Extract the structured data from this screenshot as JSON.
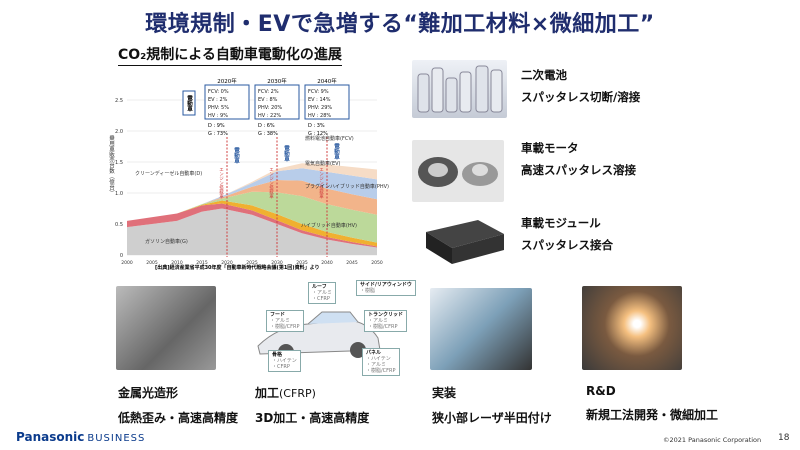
{
  "title": "環境規制・EVで急増する“難加工材料×微細加工”",
  "subtitle": "CO₂規制による自動車電動化の進展",
  "chart": {
    "ylabel": "乗用車販売台数（億台）",
    "yticks": [
      "0",
      "0.5",
      "1.0",
      "1.5",
      "2.0",
      "2.5"
    ],
    "xticks": [
      "2000",
      "2005",
      "2010",
      "2015",
      "2020",
      "2025",
      "2030",
      "2035",
      "2040",
      "2045",
      "2050"
    ],
    "boxes": [
      {
        "year": "2020年",
        "lines": [
          "FCV:  0%",
          "EV :  2%",
          "PHV:  5%",
          "HV :  9%"
        ],
        "d": "D  :  9%",
        "g": "G  : 73%"
      },
      {
        "year": "2030年",
        "lines": [
          "FCV:  2%",
          "EV :  8%",
          "PHV: 20%",
          "HV : 22%"
        ],
        "d": "D  :  6%",
        "g": "G  : 38%"
      },
      {
        "year": "2040年",
        "lines": [
          "FCV:  9%",
          "EV : 14%",
          "PHV: 29%",
          "HV : 28%"
        ],
        "d": "D  :  3%",
        "g": "G  : 12%"
      }
    ],
    "electric_tag": "電動車",
    "engine_tag": "エンジン搭載車",
    "series_labels": {
      "fcv": "燃料電池自動車(FCV)",
      "ev": "電気自動車(EV)",
      "phv": "プラグインハイブリッド自動車(PHV)",
      "hv": "ハイブリッド自動車(HV)",
      "d": "クリーンディーゼル自動車(D)",
      "g": "ガソリン自動車(G)"
    },
    "source": "[出典]経済産業省平成30年度「自動車新時代戦略会議(第1回)資料」より",
    "colors": {
      "g": "#cfcfcf",
      "d": "#e0707a",
      "hv": "#f0b030",
      "phv": "#bcd99a",
      "phv2": "#f2b48a",
      "ev": "#b8cdea",
      "fcv": "#f6dcc6"
    }
  },
  "right_items": [
    {
      "name": "二次電池",
      "desc": "スパッタレス切断/溶接"
    },
    {
      "name": "車載モータ",
      "desc": "高速スパッタレス溶接"
    },
    {
      "name": "車載モジュール",
      "desc": "スパッタレス接合"
    }
  ],
  "car_callouts": [
    {
      "title": "ルーフ",
      "items": "・アルミ\n・CFRP"
    },
    {
      "title": "サイド/リアウィンドウ",
      "items": "・樹脂"
    },
    {
      "title": "フード",
      "items": "・アルミ\n・樹脂/CFRP"
    },
    {
      "title": "トランクリッド",
      "items": "・アルミ\n・樹脂/CFRP"
    },
    {
      "title": "骨格",
      "items": "・ハイテン\n・CFRP"
    },
    {
      "title": "パネル",
      "items": "・ハイテン\n・アルミ\n・樹脂/CFRP"
    }
  ],
  "bottom_items": [
    {
      "name": "金属光造形",
      "name_suffix": "",
      "desc": "低熱歪み・高速高精度"
    },
    {
      "name": "加工",
      "name_suffix": "(CFRP)",
      "desc": "3D加工・高速高精度"
    },
    {
      "name": "実装",
      "name_suffix": "",
      "desc": "狭小部レーザ半田付け"
    },
    {
      "name": "R&D",
      "name_suffix": "",
      "desc": "新規工法開発・微細加工"
    }
  ],
  "footer": {
    "brand": "Panasonic",
    "brand_suffix": "BUSINESS",
    "copyright": "©2021 Panasonic Corporation",
    "page": "18"
  }
}
